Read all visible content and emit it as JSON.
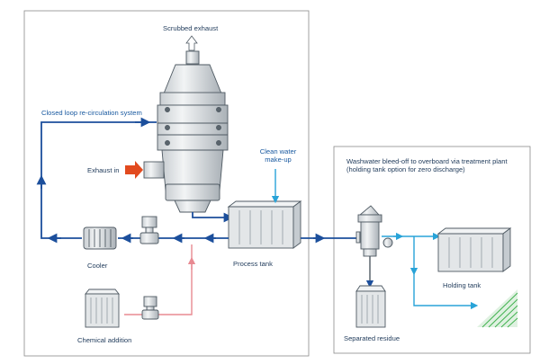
{
  "labels": {
    "scrubbed_exhaust": "Scrubbed exhaust",
    "closed_loop": "Closed loop re-circulation system",
    "exhaust_in": "Exhaust in",
    "clean_water": "Clean water make-up",
    "process_tank": "Process tank",
    "cooler": "Cooler",
    "chemical_addition": "Chemical addition",
    "washwater": "Washwater bleed-off to overboard via treatment plant (holding tank option for zero discharge)",
    "holding_tank": "Holding tank",
    "separated_residue": "Separated residue"
  },
  "colors": {
    "closed_loop_pipe": "#1c4f9c",
    "bleed_off_pipe": "#28a3d8",
    "chemical_pipe": "#e88a92",
    "exhaust_arrow": "#e24a1e",
    "equipment_fill": "#e3e6e8",
    "equipment_stroke": "#4f5a63",
    "boundary": "#8a8a8a",
    "overboard_wave": "#3cb04a"
  }
}
